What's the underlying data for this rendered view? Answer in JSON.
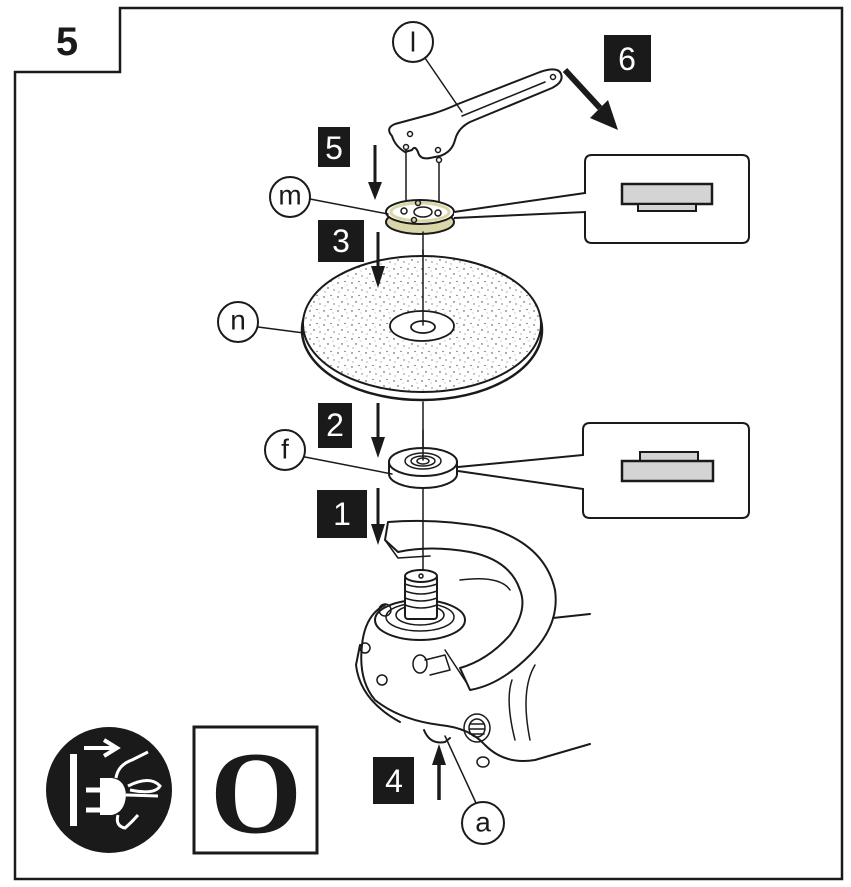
{
  "figure": {
    "number": "5",
    "description": "Angle grinder wheel assembly sequence"
  },
  "steps": [
    {
      "id": "step-1",
      "label": "1",
      "arrow": "down"
    },
    {
      "id": "step-2",
      "label": "2",
      "arrow": "down"
    },
    {
      "id": "step-3",
      "label": "3",
      "arrow": "down"
    },
    {
      "id": "step-4",
      "label": "4",
      "arrow": "up"
    },
    {
      "id": "step-5",
      "label": "5",
      "arrow": "down"
    },
    {
      "id": "step-6",
      "label": "6",
      "arrow": "diagonal-down-right"
    }
  ],
  "callouts": {
    "wrench": "l",
    "lock_nut": "m",
    "grinding_wheel": "n",
    "inner_flange": "f",
    "spindle_lock": "a"
  },
  "detail_insets": [
    {
      "id": "lock-nut-orientation",
      "target": "m",
      "shape": "wide-on-top-narrow-below"
    },
    {
      "id": "inner-flange-orientation",
      "target": "f",
      "shape": "narrow-on-top-wide-below"
    }
  ],
  "symbols": {
    "unplug_icon": "disconnect-plug-before-servicing",
    "off_symbol": "O"
  },
  "colors": {
    "ink": "#1a1a1a",
    "step_badge": "#1a1a1a",
    "step_text": "#ffffff",
    "inset_fill": "#d4d4d4",
    "flange_ring": "#d9d6a8"
  }
}
